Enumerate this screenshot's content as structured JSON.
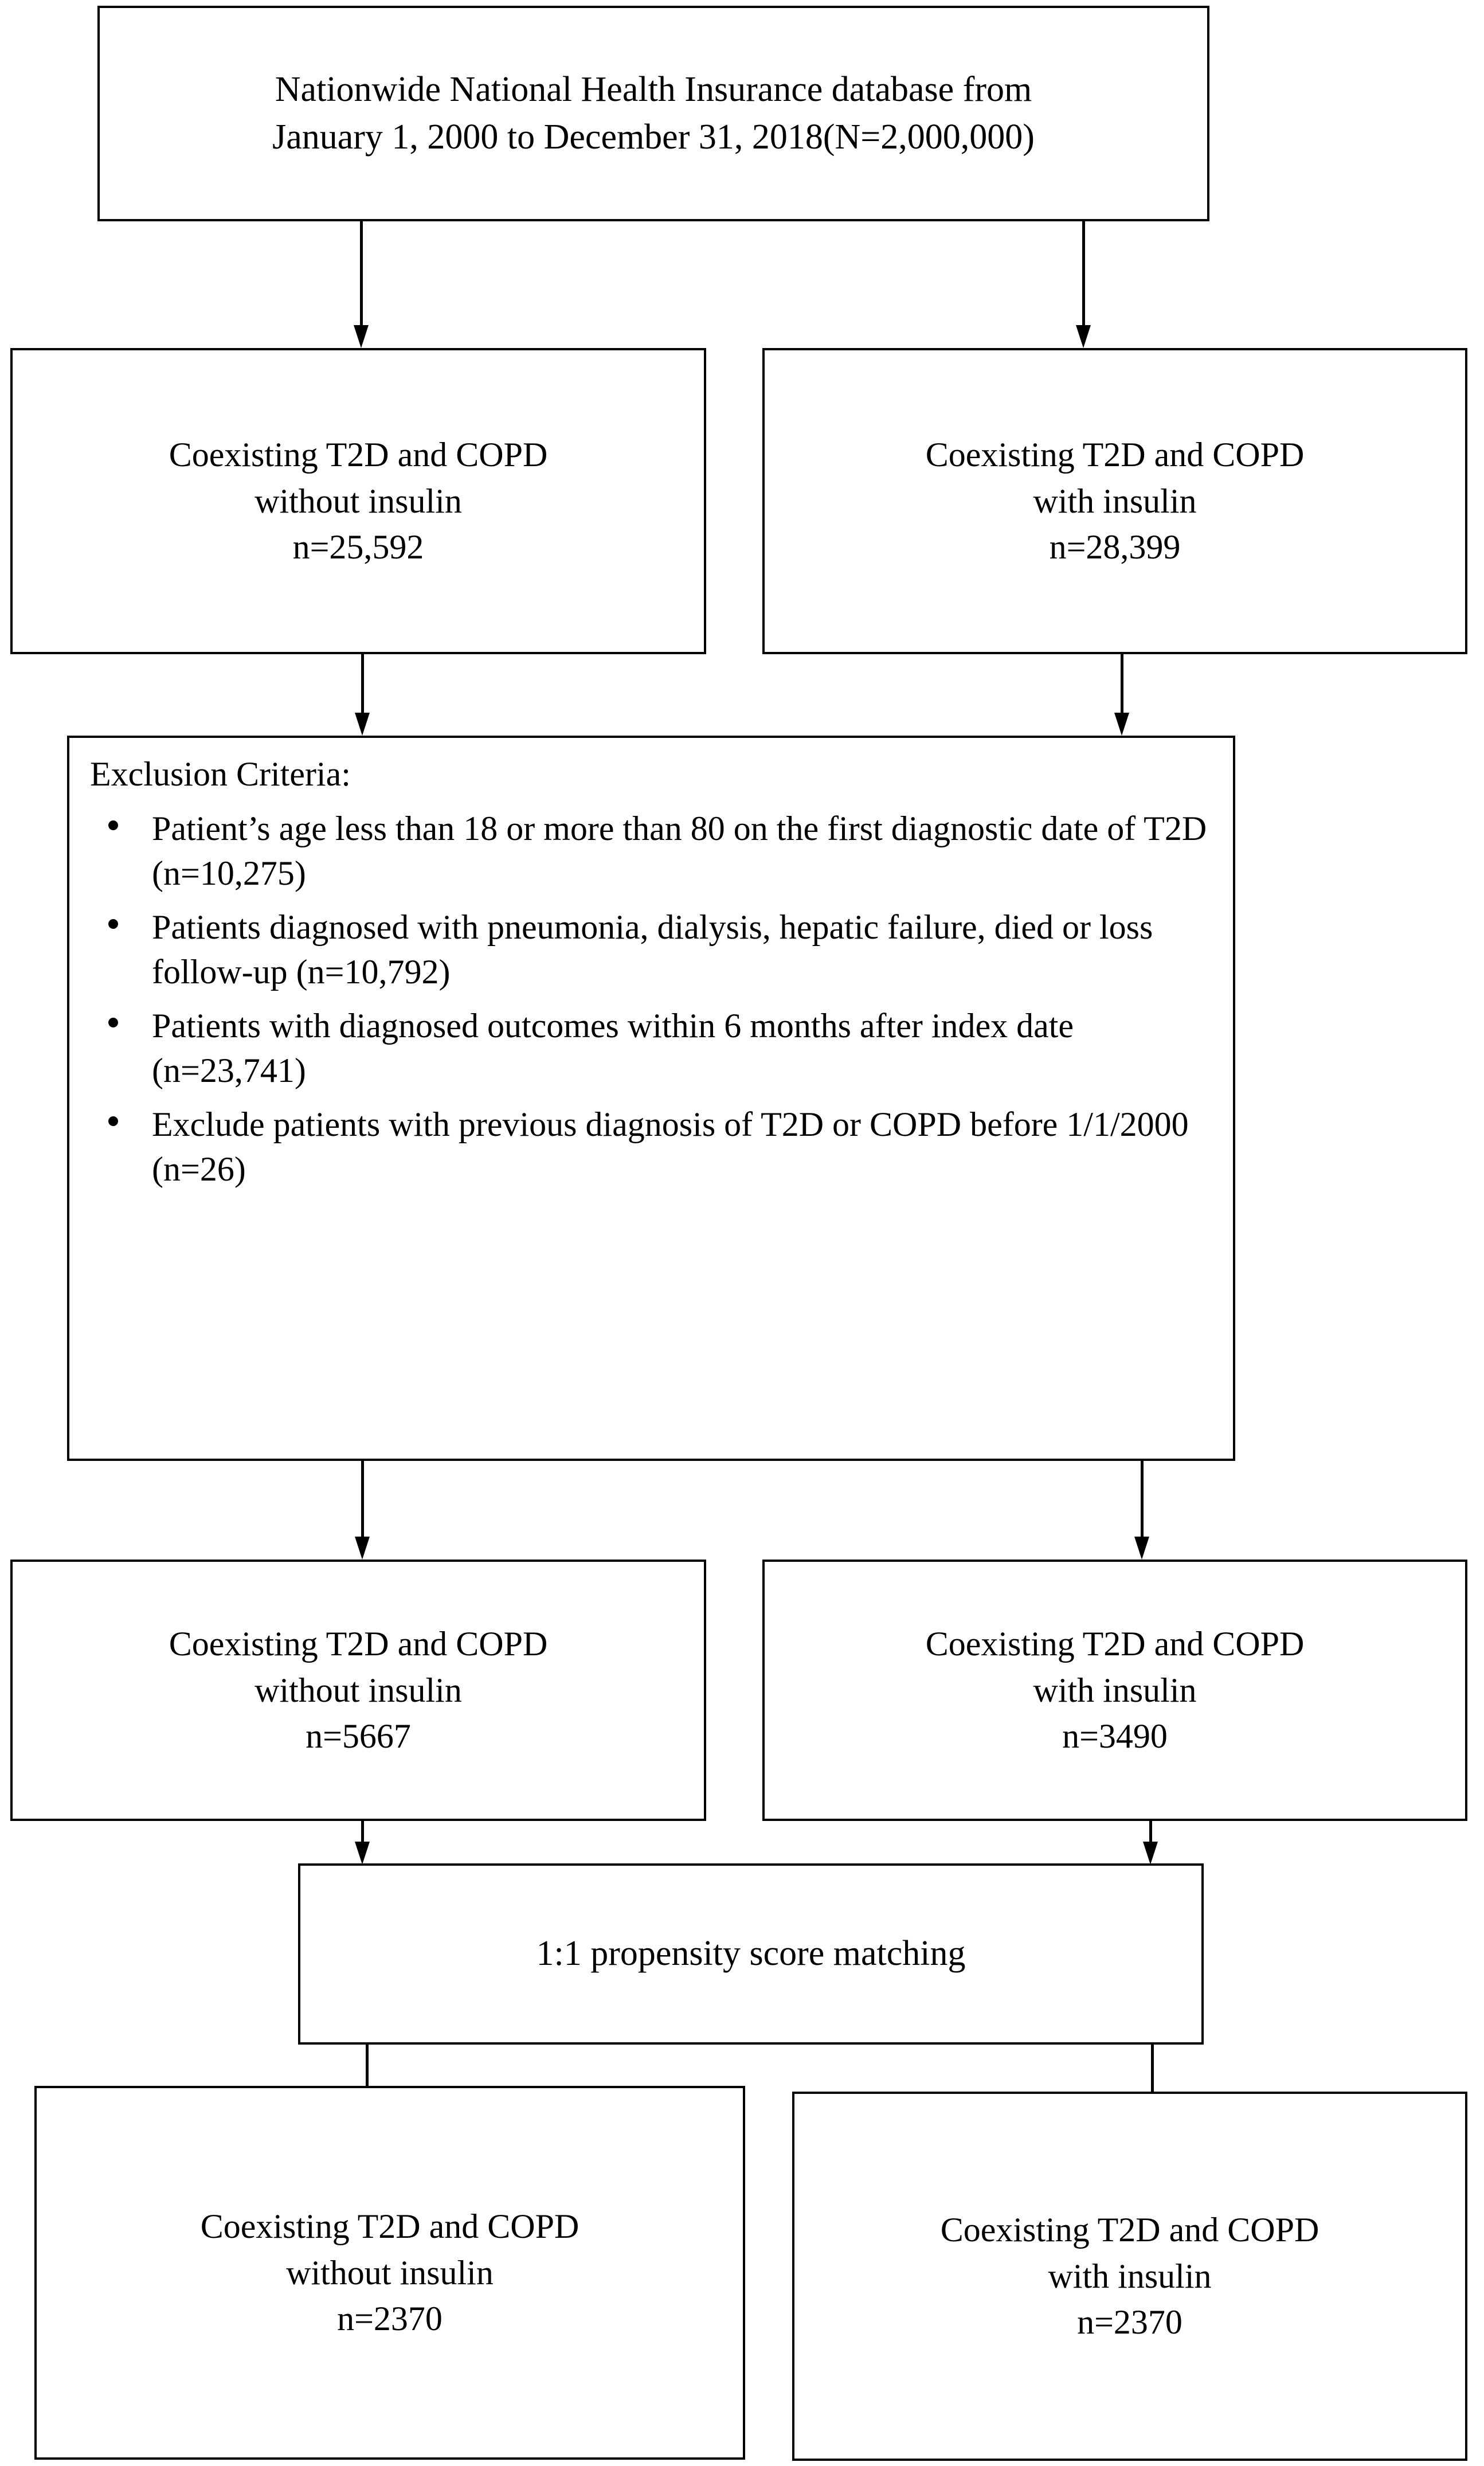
{
  "figure": {
    "type": "flowchart",
    "orientation": "top-to-bottom"
  },
  "nodes": {
    "source": {
      "line1": "Nationwide National Health Insurance database from",
      "line2": "January 1, 2000 to December 31, 2018(N=2,000,000)"
    },
    "cohort_pre_left": {
      "line1": "Coexisting T2D and COPD",
      "line2": "without insulin",
      "line3": "n=25,592"
    },
    "cohort_pre_right": {
      "line1": "Coexisting T2D and COPD",
      "line2": "with insulin",
      "line3": "n=28,399"
    },
    "exclusion": {
      "title": "Exclusion Criteria:",
      "items": [
        "Patient’s age less than 18 or more than 80 on the first diagnostic date of T2D (n=10,275)",
        "Patients diagnosed with  pneumonia, dialysis, hepatic failure, died or loss follow-up (n=10,792)",
        "Patients with diagnosed outcomes within 6 months after index date  (n=23,741)",
        "Exclude patients with previous diagnosis of T2D or COPD  before 1/1/2000 (n=26)"
      ]
    },
    "cohort_post_left": {
      "line1": "Coexisting T2D and COPD",
      "line2": "without insulin",
      "line3": "n=5667"
    },
    "cohort_post_right": {
      "line1": "Coexisting T2D and COPD",
      "line2": "with insulin",
      "line3": "n=3490"
    },
    "matching": {
      "line1": "1:1 propensity score matching"
    },
    "matched_left": {
      "line1": "Coexisting T2D and COPD",
      "line2": "without insulin",
      "line3": "n=2370"
    },
    "matched_right": {
      "line1": "Coexisting T2D and COPD",
      "line2": "with insulin",
      "line3": "n=2370"
    }
  },
  "style": {
    "stroke": "#000000",
    "fill": "#ffffff"
  }
}
